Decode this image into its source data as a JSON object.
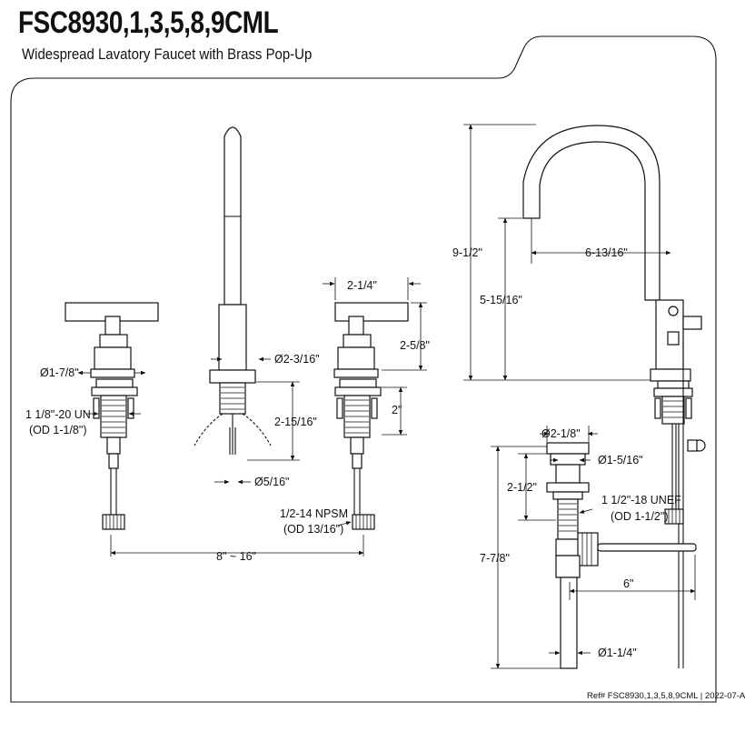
{
  "header": {
    "title": "FSC8930,1,3,5,8,9CML",
    "subtitle": "Widespread Lavatory Faucet with Brass Pop-Up"
  },
  "dimensions": {
    "handle_dia": "Ø1-7/8\"",
    "thread_left": "1 1/8\"-20 UN",
    "thread_left_od": "(OD 1-1/8\")",
    "spout_dia": "Ø2-3/16\"",
    "shank_length": "2-15/16\"",
    "hose_dia": "Ø5/16\"",
    "handle_width": "2-1/4\"",
    "handle_height": "2-5/8\"",
    "shank_height": "2\"",
    "supply_thread": "1/2-14 NPSM",
    "supply_thread_od": "(OD 13/16\")",
    "spread": "8\" ~ 16\"",
    "overall_height": "9-1/2\"",
    "spout_reach": "6-13/16\"",
    "spout_clearance": "5-15/16\"",
    "flange_dia": "Ø2-1/8\"",
    "drain_body_dia": "Ø1-5/16\"",
    "drain_top": "2-1/2\"",
    "drain_thread": "1 1/2\"-18 UNEF",
    "drain_thread_od": "(OD 1-1/2\")",
    "drain_length": "7-7/8\"",
    "lift_rod": "6\"",
    "tailpiece_dia": "Ø1-1/4\""
  },
  "footer": {
    "ref": "Ref# FSC8930,1,3,5,8,9CML | 2022-07-A"
  }
}
